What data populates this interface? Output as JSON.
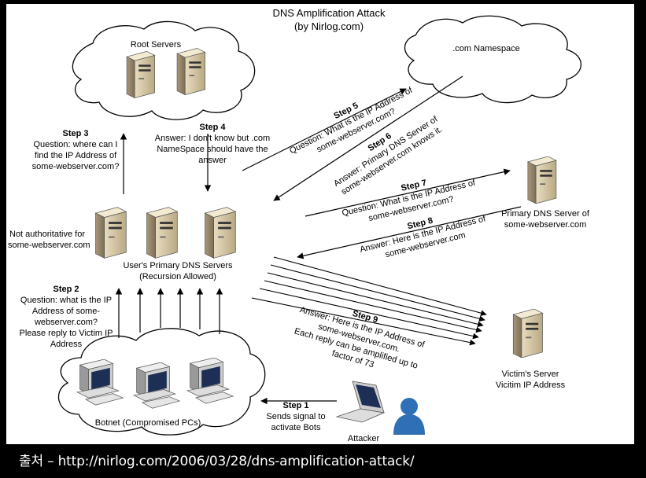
{
  "title": "DNS Amplification Attack",
  "subtitle": "(by Nirlog.com)",
  "nodes": {
    "root": "Root Servers",
    "com": ".com Namespace",
    "primary": [
      "Primary DNS Server of",
      "some-webserver.com"
    ],
    "users": [
      "User's Primary DNS Servers",
      "(Recursion Allowed)"
    ],
    "not_auth": [
      "Not authoritative for",
      "some-webserver.com"
    ],
    "victim": [
      "Victim's Server",
      "Vicitim IP Address"
    ],
    "botnet": "Botnet (Compromised PCs)",
    "attacker": "Attacker"
  },
  "steps": {
    "s1": {
      "label": "Step 1",
      "lines": [
        "Sends signal to",
        "activate Bots"
      ]
    },
    "s2": {
      "label": "Step 2",
      "lines": [
        "Question: what is the IP",
        "Address of some-",
        "webserver.com?",
        "Please reply to Victim IP",
        "Address"
      ]
    },
    "s3": {
      "label": "Step 3",
      "lines": [
        "Question: where can I",
        "find the IP Address of",
        "some-webserver.com?"
      ]
    },
    "s4": {
      "label": "Step 4",
      "lines": [
        "Answer: I don't know but .com",
        "NameSpace should have the",
        "answer"
      ]
    },
    "s5": {
      "label": "Step 5",
      "lines": [
        "Question: What is the IP Address of",
        "some-webserver.com?"
      ]
    },
    "s6": {
      "label": "Step 6",
      "lines": [
        "Answer: Primary DNS Server of",
        "some-webserver.com knows it."
      ]
    },
    "s7": {
      "label": "Step 7",
      "lines": [
        "Question: What is the IP Address of",
        "some-webserver.com?"
      ]
    },
    "s8": {
      "label": "Step 8",
      "lines": [
        "Answer: Here is the IP Address of",
        "some-webserver.com"
      ]
    },
    "s9": {
      "label": "Step 9",
      "lines": [
        "Answer: Here is the IP Address of",
        "some-webserver.com.",
        "Each reply can be amplified up to",
        "factor of 73"
      ]
    }
  },
  "caption": "출처 – http://nirlog.com/2006/03/28/dns-amplification-attack/"
}
